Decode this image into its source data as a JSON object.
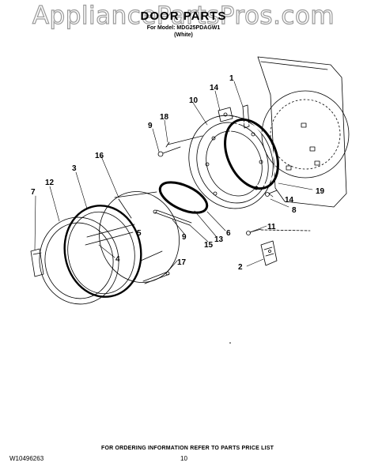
{
  "watermark": "AppliancePartsPros.com",
  "header": {
    "title": "DOOR PARTS",
    "model_line": "For Model: MDG25PDAGW1",
    "color_line": "(White)"
  },
  "callouts": [
    "1",
    "14",
    "10",
    "9",
    "18",
    "16",
    "3",
    "7",
    "12",
    "5",
    "4",
    "9",
    "15",
    "13",
    "6",
    "14",
    "19",
    "8",
    "11",
    "2",
    "17"
  ],
  "footer": {
    "ordering_note": "FOR ORDERING INFORMATION REFER TO PARTS PRICE LIST",
    "doc_number": "W10496263",
    "page_number": "10"
  }
}
